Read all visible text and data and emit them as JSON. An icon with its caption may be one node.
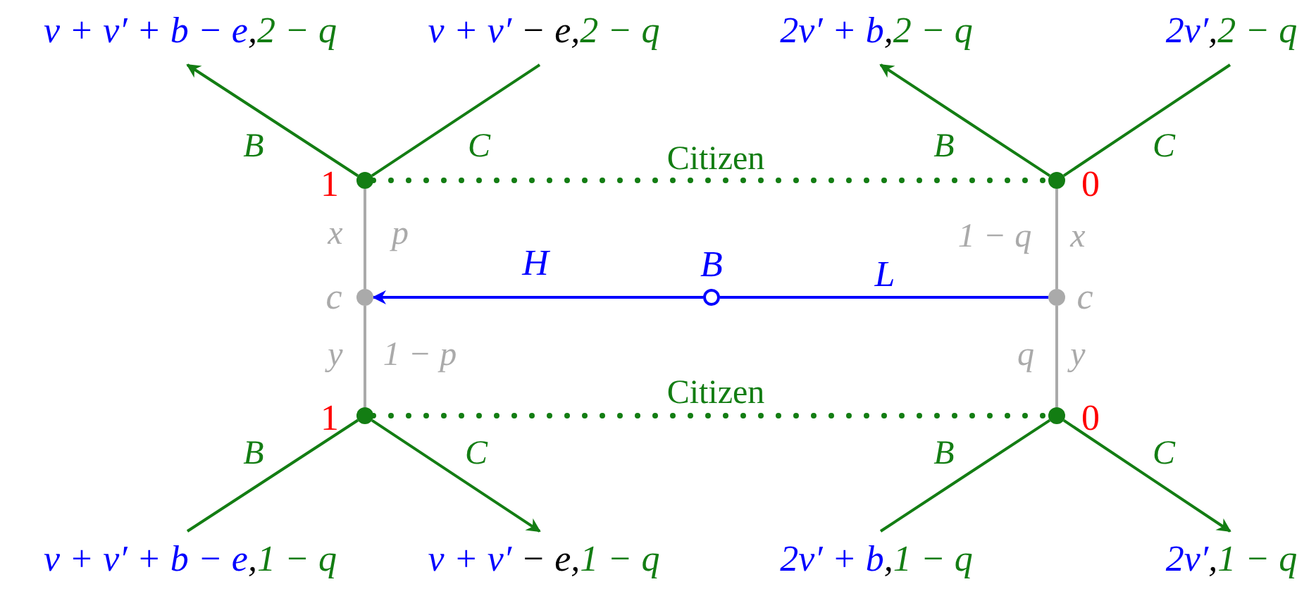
{
  "diagram": {
    "nodes": [
      {
        "text": [],
        "shape": "circle",
        "beside": [
          "B"
        ]
      },
      {
        "text": [],
        "shape": "circle",
        "beside": [
          "c"
        ]
      },
      {
        "text": [],
        "shape": "circle",
        "beside": [
          "c"
        ]
      },
      {
        "text": [],
        "shape": "circle",
        "beside": [
          "1"
        ]
      },
      {
        "text": [],
        "shape": "circle",
        "beside": [
          "0"
        ]
      },
      {
        "text": [],
        "shape": "circle",
        "beside": [
          "1"
        ]
      },
      {
        "text": [],
        "shape": "circle",
        "beside": [
          "0"
        ]
      },
      {
        "text": [
          "v + v′ + b − e",
          ",",
          "2 − q"
        ]
      },
      {
        "text": [
          "v + v′",
          " − e,",
          "2 − q"
        ]
      },
      {
        "text": [
          "2v′ + b",
          ",",
          "2 − q"
        ]
      },
      {
        "text": [
          "2v′",
          ",",
          "2 − q"
        ]
      },
      {
        "text": [
          "v + v′ + b − e",
          ",",
          "1 − q"
        ]
      },
      {
        "text": [
          "v + v′",
          " − e,",
          "1 − q"
        ]
      },
      {
        "text": [
          "2v′ + b",
          ",",
          "1 − q"
        ]
      },
      {
        "text": [
          "2v′",
          ",",
          "1 − q"
        ]
      }
    ],
    "edges": [
      {
        "from": 0,
        "to": 1,
        "arrow": "to",
        "label": "H",
        "color": "#0000ff"
      },
      {
        "from": 0,
        "to": 2,
        "arrow": "none",
        "label": "L",
        "color": "#0000ff"
      },
      {
        "from": 1,
        "to": 3,
        "arrow": "none",
        "label": "p",
        "color": "#aaaaaa"
      },
      {
        "from": 1,
        "to": 5,
        "arrow": "none",
        "label": "1 − p",
        "color": "#aaaaaa"
      },
      {
        "from": 2,
        "to": 4,
        "arrow": "none",
        "label": "1 − q",
        "color": "#aaaaaa"
      },
      {
        "from": 2,
        "to": 6,
        "arrow": "none",
        "label": "q",
        "color": "#aaaaaa"
      },
      {
        "from": 3,
        "to": 4,
        "arrow": "none",
        "label": "Citizen",
        "style": "dashed"
      },
      {
        "from": 5,
        "to": 6,
        "arrow": "none",
        "label": "Citizen",
        "style": "dashed"
      },
      {
        "from": 3,
        "to": 7,
        "arrow": "to",
        "label": "B"
      },
      {
        "from": 3,
        "to": 8,
        "arrow": "none",
        "label": "C"
      },
      {
        "from": 4,
        "to": 9,
        "arrow": "to",
        "label": "B"
      },
      {
        "from": 4,
        "to": 10,
        "arrow": "none",
        "label": "C"
      },
      {
        "from": 5,
        "to": 11,
        "arrow": "none",
        "label": "B"
      },
      {
        "from": 5,
        "to": 12,
        "arrow": "to",
        "label": "C"
      },
      {
        "from": 6,
        "to": 13,
        "arrow": "none",
        "label": "B"
      },
      {
        "from": 6,
        "to": 14,
        "arrow": "to",
        "label": "C"
      }
    ],
    "labels": [
      "x",
      "x",
      "y",
      "y"
    ]
  }
}
